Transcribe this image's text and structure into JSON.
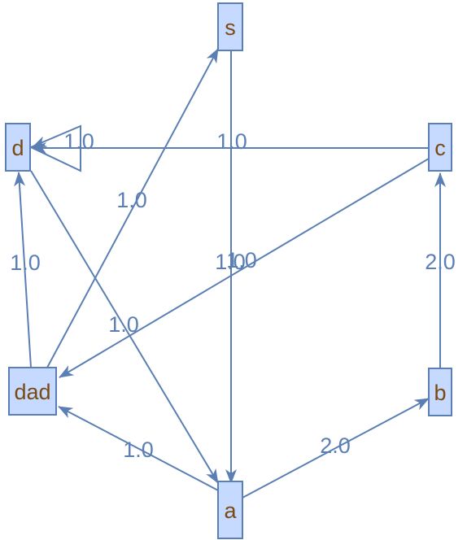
{
  "graph": {
    "nodes": [
      {
        "id": "s",
        "label": "s"
      },
      {
        "id": "d",
        "label": "d"
      },
      {
        "id": "c",
        "label": "c"
      },
      {
        "id": "dad",
        "label": "dad"
      },
      {
        "id": "b",
        "label": "b"
      },
      {
        "id": "a",
        "label": "a"
      }
    ],
    "edges": [
      {
        "from": "d",
        "to": "d",
        "weight": "1.0"
      },
      {
        "from": "c",
        "to": "d",
        "weight": "1.0"
      },
      {
        "from": "dad",
        "to": "s",
        "weight": "1.0"
      },
      {
        "from": "dad",
        "to": "d",
        "weight": "1.0"
      },
      {
        "from": "s",
        "to": "a",
        "weight": "1.0"
      },
      {
        "from": "d",
        "to": "a",
        "weight": "1.0"
      },
      {
        "from": "c",
        "to": "dad",
        "weight": "1.0"
      },
      {
        "from": "b",
        "to": "c",
        "weight": "2.0"
      },
      {
        "from": "a",
        "to": "dad",
        "weight": "1.0"
      },
      {
        "from": "a",
        "to": "b",
        "weight": "2.0"
      }
    ]
  },
  "colors": {
    "edge": "#5b7fb5",
    "node_fill": "#c6d9ff",
    "node_label": "#7a4a12"
  }
}
